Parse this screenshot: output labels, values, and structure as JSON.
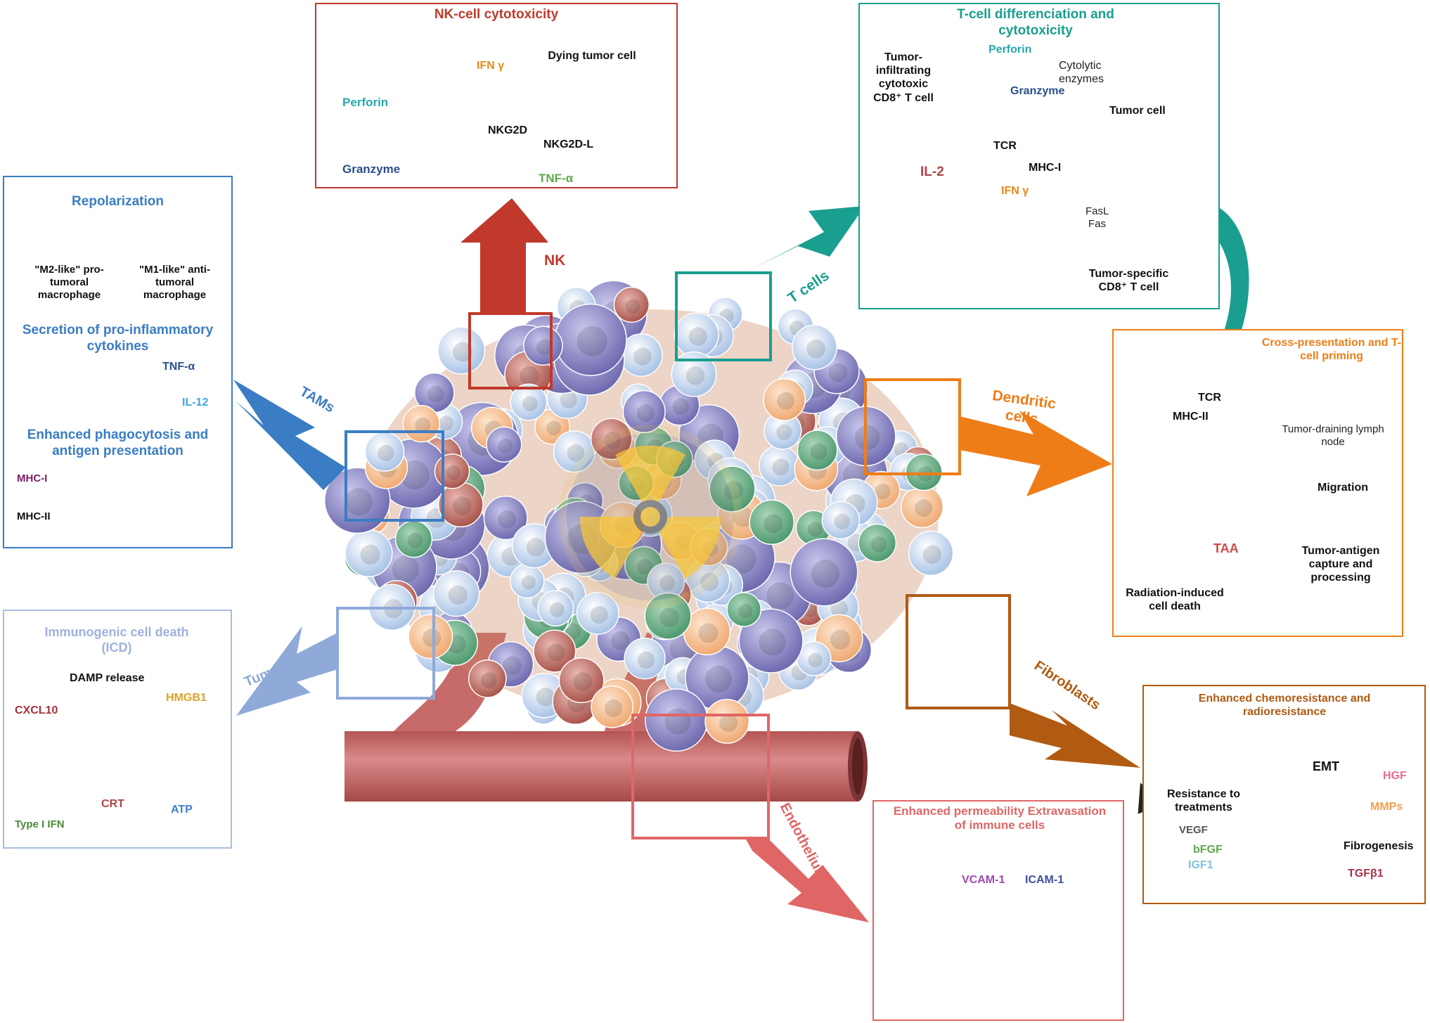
{
  "colors": {
    "nk": "#c0392b",
    "tcell": "#1a9e8f",
    "tam": "#3b7dc4",
    "dc": "#ee7d18",
    "tumor": "#8fa9d9",
    "fibro": "#b05a12",
    "endo": "#e06666",
    "vessel": "#c96e6e"
  },
  "arrows": {
    "nk": "NK",
    "tcells": "T cells",
    "tams": "TAMs",
    "dc": "Dendritic cells",
    "tumor": "Tumor cells",
    "fibro": "Fibroblasts",
    "endo": "Endothelium"
  },
  "nk_panel": {
    "title": "NK-cell cytotoxicity",
    "perforin": "Perforin",
    "ifn": "IFN γ",
    "dying": "Dying tumor cell",
    "nkg2d": "NKG2D",
    "nkg2dl": "NKG2D-L",
    "granzyme": "Granzyme",
    "tnf": "TNF-α"
  },
  "t_panel": {
    "title": "T-cell differenciation and cytotoxicity",
    "perforin": "Perforin",
    "cytolytic": "Cytolytic enzymes",
    "til": "Tumor-infiltrating cytotoxic CD8⁺ T cell",
    "granzyme": "Granzyme",
    "tumor_cell": "Tumor cell",
    "tcr": "TCR",
    "mhc1": "MHC-I",
    "il2": "IL-2",
    "ifn": "IFN γ",
    "fasl": "FasL",
    "fas": "Fas",
    "specific": "Tumor-specific CD8⁺ T cell"
  },
  "tam_panel": {
    "repolarization": "Repolarization",
    "m2": "\"M2-like\" pro-tumoral macrophage",
    "m1": "\"M1-like\" anti-tumoral macrophage",
    "secretion": "Secretion of pro-inflammatory cytokines",
    "tnf": "TNF-α",
    "il12": "IL-12",
    "phago": "Enhanced phagocytosis and antigen presentation",
    "mhc1": "MHC-I",
    "mhc2": "MHC-II"
  },
  "dc_panel": {
    "title": "Cross-presentation and T-cell priming",
    "tcr": "TCR",
    "mhc2": "MHC-II",
    "lymph": "Tumor-draining lymph node",
    "migration": "Migration",
    "taa": "TAA",
    "capture": "Tumor-antigen capture and processing",
    "radiation": "Radiation-induced cell death"
  },
  "icd_panel": {
    "title": "Immunogenic cell death (ICD)",
    "damp": "DAMP release",
    "cxcl10": "CXCL10",
    "hmgb1": "HMGB1",
    "crt": "CRT",
    "atp": "ATP",
    "ifn": "Type I IFN"
  },
  "fibro_panel": {
    "title": "Enhanced chemoresistance and radioresistance",
    "emt": "EMT",
    "hgf": "HGF",
    "resistance": "Resistance to treatments",
    "mmps": "MMPs",
    "vegf": "VEGF",
    "bfgf": "bFGF",
    "fibrogenesis": "Fibrogenesis",
    "igf1": "IGF1",
    "tgfb": "TGFβ1"
  },
  "endo_panel": {
    "title": "Enhanced permeability Extravasation of immune cells",
    "vcam": "VCAM-1",
    "icam": "ICAM-1"
  }
}
